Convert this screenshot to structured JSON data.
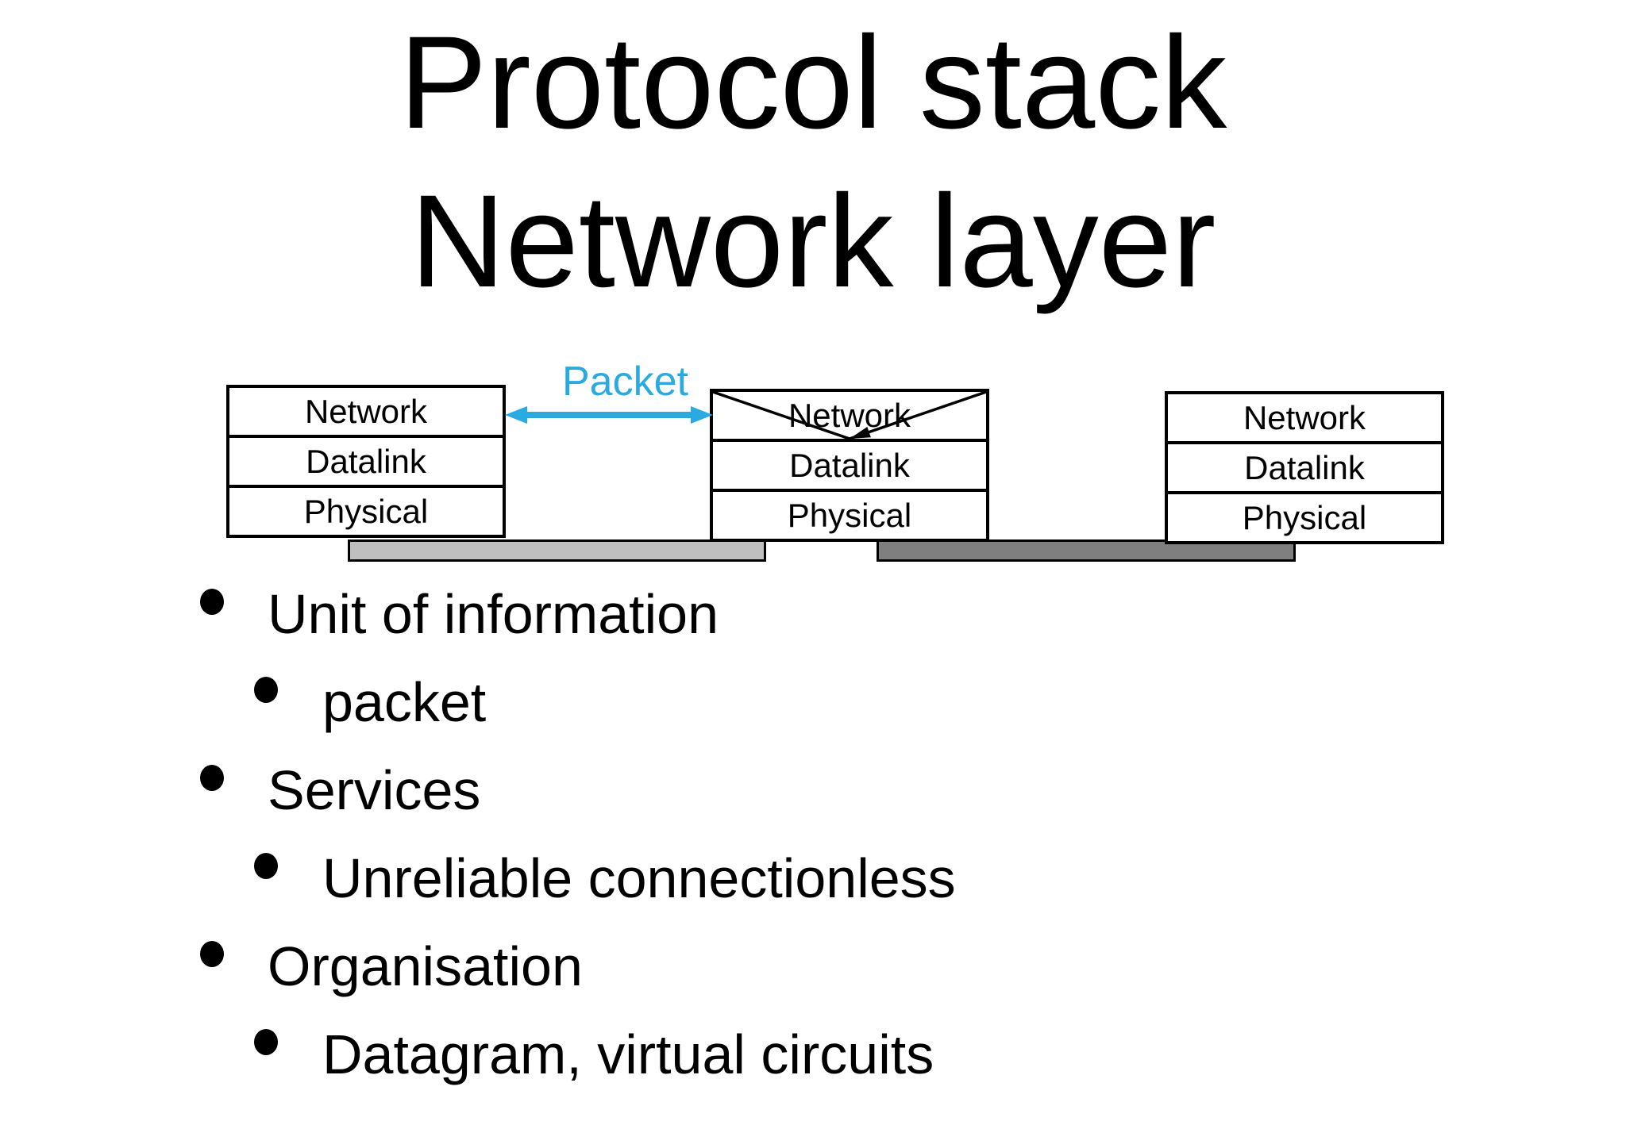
{
  "slide": {
    "title": {
      "line1": "Protocol stack",
      "line2": "Network layer"
    }
  },
  "diagram": {
    "packet_label": "Packet",
    "stacks": [
      {
        "layers": [
          "Network",
          "Datalink",
          "Physical"
        ]
      },
      {
        "layers": [
          "Network",
          "Datalink",
          "Physical"
        ],
        "icon": "envelope-icon"
      },
      {
        "layers": [
          "Network",
          "Datalink",
          "Physical"
        ]
      }
    ],
    "link_bars": [
      {
        "side": "left",
        "color": "#BFBFBF"
      },
      {
        "side": "right",
        "color": "#7F7F7F"
      }
    ]
  },
  "bullets": [
    {
      "level": 1,
      "text": "Unit of information"
    },
    {
      "level": 2,
      "text": "packet"
    },
    {
      "level": 1,
      "text": "Services"
    },
    {
      "level": 2,
      "text": "Unreliable connectionless"
    },
    {
      "level": 1,
      "text": "Organisation"
    },
    {
      "level": 2,
      "text": "Datagram, virtual circuits"
    }
  ],
  "colors": {
    "background": "#FFFFFF",
    "text": "#000000",
    "accent": "#29ABE2",
    "link_bar_left": "#BFBFBF",
    "link_bar_right": "#7F7F7F"
  }
}
